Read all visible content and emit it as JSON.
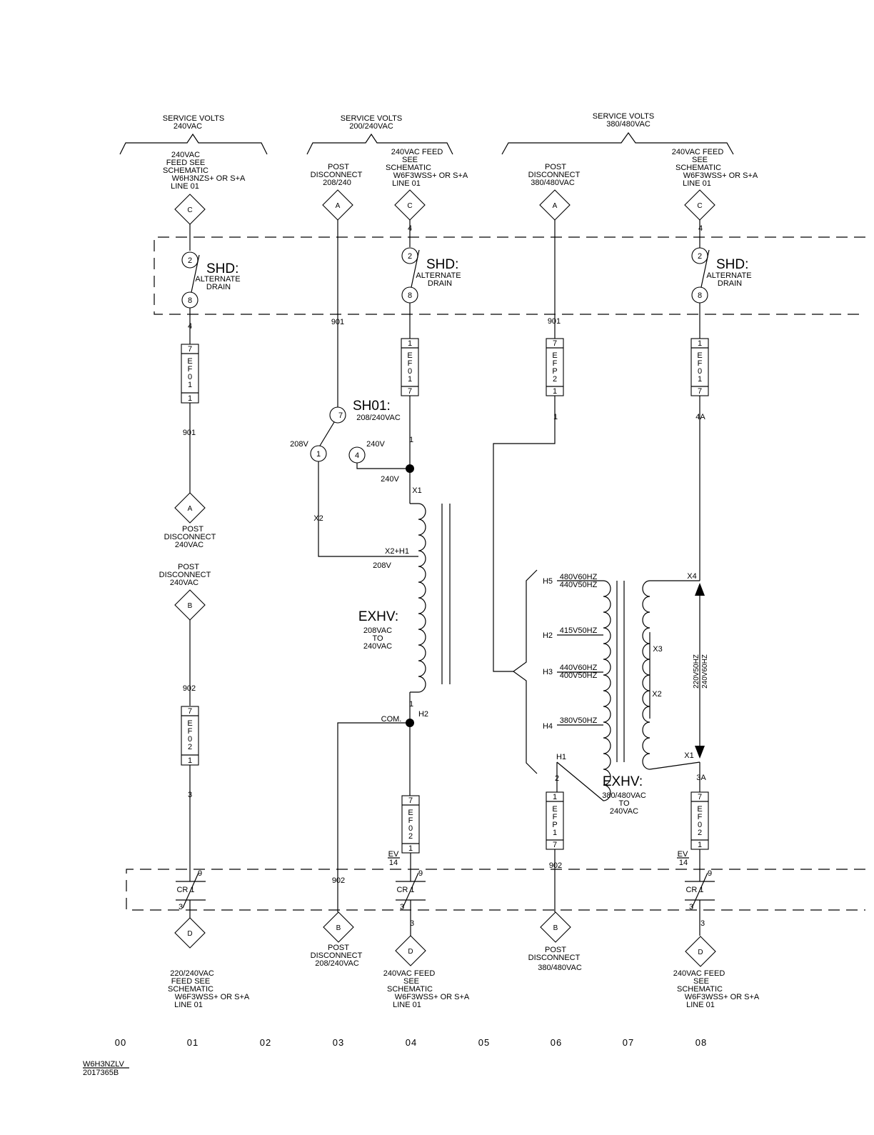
{
  "groups": [
    {
      "title": "SERVICE VOLTS",
      "volts": "240VAC"
    },
    {
      "title": "SERVICE VOLTS",
      "volts": "200/240VAC"
    },
    {
      "title": "SERVICE VOLTS",
      "volts": "380/480VAC"
    }
  ],
  "feeds": {
    "col01_top": [
      "240VAC",
      "FEED SEE",
      "SCHEMATIC",
      "W6H3NZS+ OR S+A",
      "LINE 01"
    ],
    "col03_top": [
      "POST",
      "DISCONNECT",
      "208/240"
    ],
    "col04_top": [
      "240VAC FEED",
      "SEE",
      "SCHEMATIC",
      "W6F3WSS+ OR S+A",
      "LINE 01"
    ],
    "col06_top": [
      "POST",
      "DISCONNECT",
      "380/480VAC"
    ],
    "col08_top": [
      "240VAC FEED",
      "SEE",
      "SCHEMATIC",
      "W6F3WSS+ OR S+A",
      "LINE 01"
    ],
    "col01_postA": [
      "POST",
      "DISCONNECT",
      "240VAC"
    ],
    "col01_postB": [
      "POST",
      "DISCONNECT",
      "240VAC"
    ],
    "col01_bottom": [
      "220/240VAC",
      "FEED SEE",
      "SCHEMATIC",
      "W6F3WSS+ OR S+A",
      "LINE 01"
    ],
    "col03_bottom": [
      "POST",
      "DISCONNECT",
      "208/240VAC"
    ],
    "col04_bottom": [
      "240VAC FEED",
      "SEE",
      "SCHEMATIC",
      "W6F3WSS+ OR S+A",
      "LINE 01"
    ],
    "col06_bottom": [
      "POST",
      "DISCONNECT",
      "380/480VAC"
    ],
    "col08_bottom": [
      "240VAC FEED",
      "SEE",
      "SCHEMATIC",
      "W6F3WSS+ OR S+A",
      "LINE 01"
    ]
  },
  "connectors": {
    "a": "A",
    "b": "B",
    "c": "C",
    "d": "D"
  },
  "shd": {
    "name": "SHD:",
    "desc": [
      "ALTERNATE",
      "DRAIN"
    ],
    "top": "2",
    "bottom": "8"
  },
  "sh01": {
    "name": "SH01:",
    "desc": "208/240VAC",
    "c7": "7",
    "c1": "1",
    "c4": "4",
    "l208": "208V",
    "l240": "240V"
  },
  "fuses": {
    "ef01": [
      "E",
      "F",
      "0",
      "1"
    ],
    "ef02": [
      "E",
      "F",
      "0",
      "2"
    ],
    "efp1": [
      "E",
      "F",
      "P",
      "1"
    ],
    "efp2": [
      "E",
      "F",
      "P",
      "2"
    ],
    "t7": "7",
    "t1": "1"
  },
  "wires": {
    "w4": "4",
    "w901": "901",
    "w902": "902",
    "w3": "3",
    "w1": "1",
    "w2": "2",
    "w4a": "4A",
    "w3a": "3A"
  },
  "xfmr1": {
    "x1": "X1",
    "x2h1": "X2+H1",
    "v208": "208V",
    "v240": "240V",
    "x2": "X2",
    "h2": "H2",
    "com": "COM.",
    "name": "EXHV:",
    "desc": [
      "208VAC",
      "TO",
      "240VAC"
    ]
  },
  "xfmr2": {
    "h5": "H5",
    "h5a": "480V60HZ",
    "h5b": "440V50HZ",
    "h2": "H2",
    "h2a": "415V50HZ",
    "h3": "H3",
    "h3a": "440V60HZ",
    "h3b": "400V50HZ",
    "h4": "H4",
    "h4a": "380V50HZ",
    "h1": "H1",
    "x1": "X1",
    "x2": "X2",
    "x3": "X3",
    "x4": "X4",
    "name": "EXHV:",
    "desc": [
      "380/480VAC",
      "TO",
      "240VAC"
    ],
    "out": [
      "220V50HZ",
      "240V60HZ"
    ]
  },
  "relay": {
    "name": "CR 1",
    "t9": "9",
    "t3": "3",
    "ref_top": "EV",
    "ref_bottom": "14"
  },
  "columns": [
    "00",
    "01",
    "02",
    "03",
    "04",
    "05",
    "06",
    "07",
    "08"
  ],
  "drawing": {
    "id": "W6H3NZLV",
    "number": "2017365B"
  }
}
